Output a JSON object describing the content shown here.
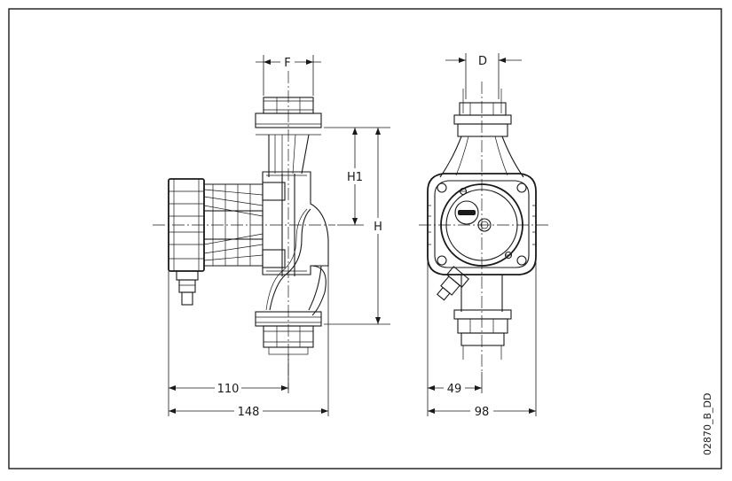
{
  "labels": {
    "F": "F",
    "D": "D",
    "H1": "H1",
    "H": "H",
    "dim_110": "110",
    "dim_148": "148",
    "dim_49": "49",
    "dim_98": "98"
  },
  "reference_code": "02870_B_DD"
}
